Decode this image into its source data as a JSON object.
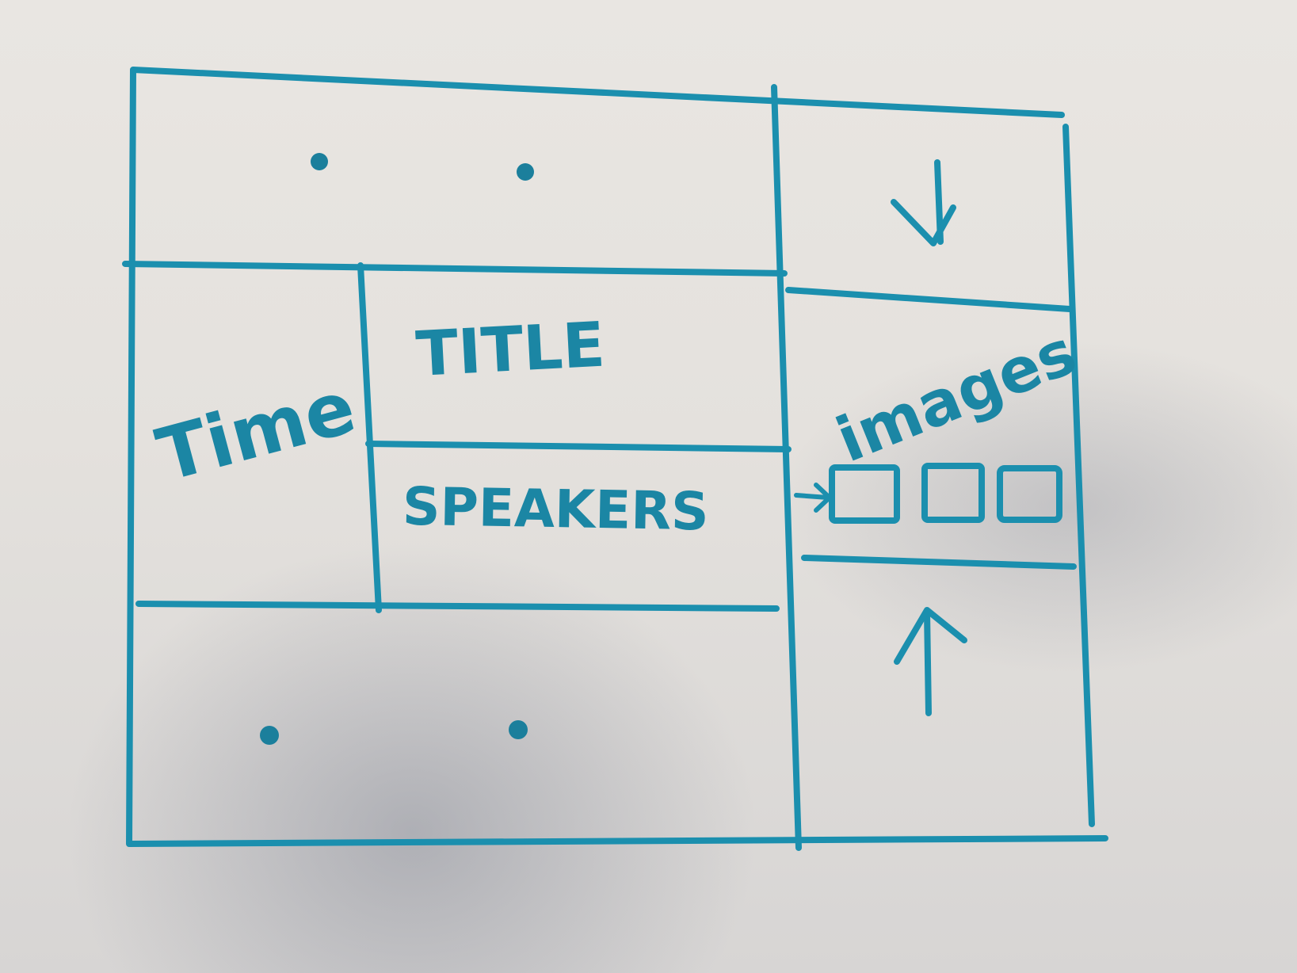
{
  "diagram": {
    "labels": {
      "time": "Time",
      "title": "TITLE",
      "speakers": "SPEAKERS",
      "images": "images"
    },
    "icons": {
      "down": "arrow-down-icon",
      "up": "arrow-up-icon",
      "pointer": "arrow-right-icon"
    },
    "thumbnail_count": 3,
    "ink_color": "#1b8fae"
  }
}
